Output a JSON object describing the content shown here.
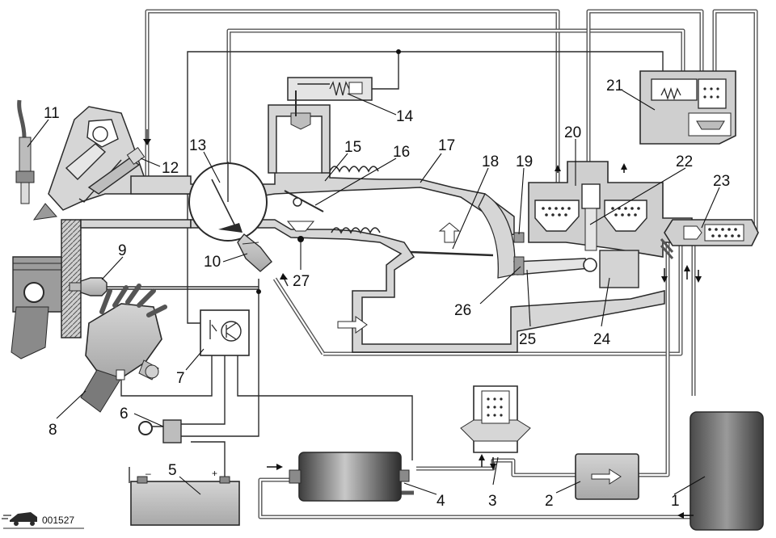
{
  "figure_code": "001527",
  "callouts": [
    "1",
    "2",
    "3",
    "4",
    "5",
    "6",
    "7",
    "8",
    "9",
    "10",
    "11",
    "12",
    "13",
    "14",
    "15",
    "16",
    "17",
    "18",
    "19",
    "20",
    "21",
    "22",
    "23",
    "24",
    "25",
    "26",
    "27"
  ],
  "battery": {
    "minus": "–",
    "plus": "+"
  },
  "colors": {
    "line": "#2a2a2a",
    "pipe": "#555555",
    "body_fill": "#cfcfcf",
    "dark_fill": "#6a6a6a",
    "background": "#ffffff"
  },
  "icons": [
    "arrow-up-icon",
    "arrow-right-icon",
    "arrow-down-icon",
    "car-logo-icon",
    "transistor-icon",
    "spring-icon",
    "bellows-icon"
  ]
}
